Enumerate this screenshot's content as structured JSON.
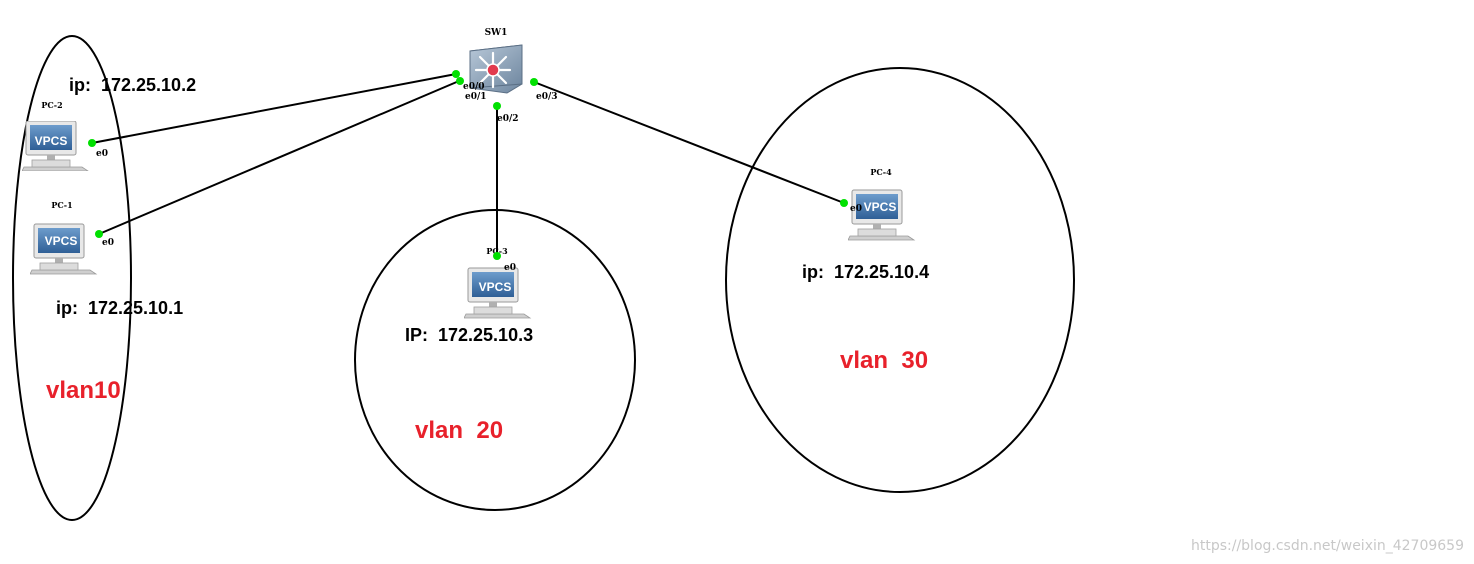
{
  "switch": {
    "name": "SW1"
  },
  "pcs": [
    {
      "id": "pc2",
      "name": "PC-2",
      "icon_label": "VPCS",
      "port": "e0",
      "ip_text": "ip:  172.25.10.2"
    },
    {
      "id": "pc1",
      "name": "PC-1",
      "icon_label": "VPCS",
      "port": "e0",
      "ip_text": "ip:  172.25.10.1"
    },
    {
      "id": "pc3",
      "name": "PC-3",
      "icon_label": "VPCS",
      "port": "e0",
      "ip_text": "IP:  172.25.10.3"
    },
    {
      "id": "pc4",
      "name": "PC-4",
      "icon_label": "VPCS",
      "port": "e0",
      "ip_text": "ip:  172.25.10.4"
    }
  ],
  "switch_ports": [
    "e0/0",
    "e0/1",
    "e0/2",
    "e0/3"
  ],
  "vlans": [
    {
      "label": "vlan10"
    },
    {
      "label": "vlan  20"
    },
    {
      "label": "vlan  30"
    }
  ],
  "colors": {
    "vlan_text": "#e8212b",
    "port_dot": "#00e000",
    "link": "#000000",
    "icon_screen": "#4a7fb5"
  },
  "watermark": "https://blog.csdn.net/weixin_42709659"
}
